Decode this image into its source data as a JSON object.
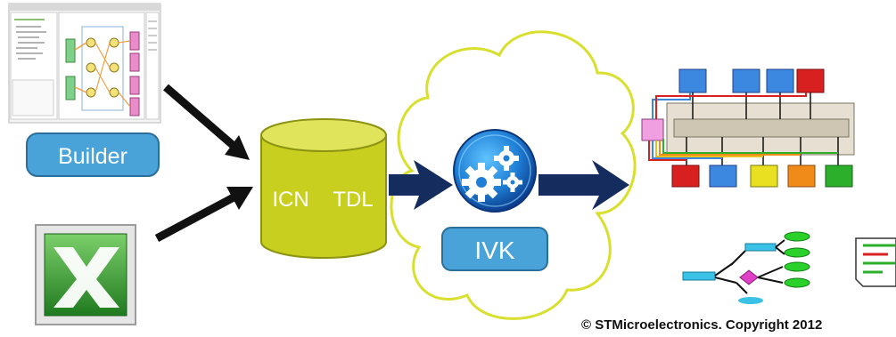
{
  "builder_button": {
    "label": "Builder"
  },
  "database": {
    "label_left": "ICN",
    "label_right": "TDL"
  },
  "ivk_button": {
    "label": "IVK"
  },
  "copyright": {
    "text": "© STMicroelectronics. Copyright 2012"
  },
  "colors": {
    "button_fill": "#4aa3d8",
    "button_border": "#2b6d9b",
    "database_fill": "#c8cf1e",
    "database_top": "#dfe45a",
    "cloud_stroke": "#d9df2f",
    "arrow_navy": "#152d5e",
    "arrow_black": "#111111",
    "excel_green": "#2a8a2a"
  },
  "icons": {
    "builder_screenshot": "builder-screenshot-icon",
    "excel": "excel-icon",
    "gears": "gears-icon",
    "testbench": "testbench-diagram-icon",
    "tree": "tree-diagram-icon",
    "report": "report-document-icon"
  }
}
